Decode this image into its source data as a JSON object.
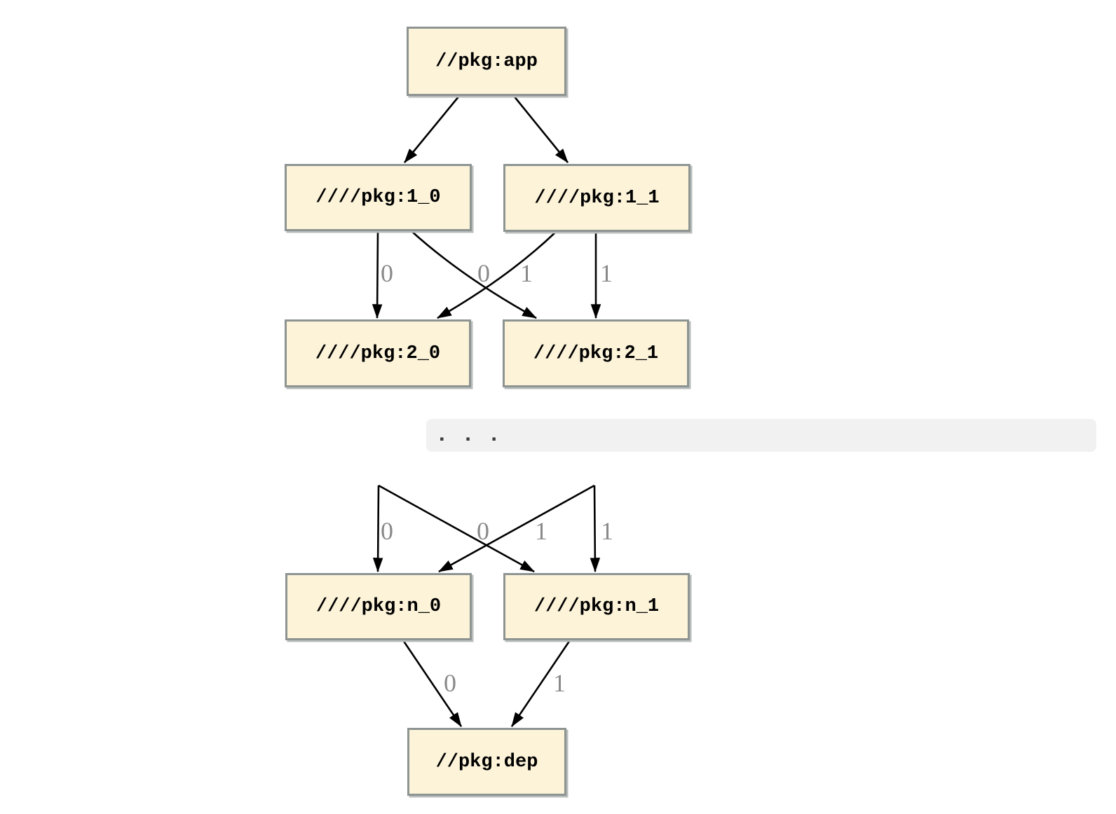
{
  "diagram": {
    "type": "dependency-graph",
    "nodes": {
      "app": {
        "label": "//pkg:app"
      },
      "l1_0": {
        "label": "////pkg:1_0"
      },
      "l1_1": {
        "label": "////pkg:1_1"
      },
      "l2_0": {
        "label": "////pkg:2_0"
      },
      "l2_1": {
        "label": "////pkg:2_1"
      },
      "n_0": {
        "label": "////pkg:n_0"
      },
      "n_1": {
        "label": "////pkg:n_1"
      },
      "dep": {
        "label": "//pkg:dep"
      }
    },
    "ellipsis": ". . .",
    "edge_labels": {
      "row1": [
        "0",
        "0",
        "1",
        "1"
      ],
      "row2": [
        "0",
        "0",
        "1",
        "1"
      ],
      "row3": [
        "0",
        "1"
      ]
    },
    "colors": {
      "node_fill": "#FCF3D9",
      "node_border": "#8D9492",
      "node_text": "#000000",
      "edge_stroke": "#000000",
      "edge_label_text": "#8A8A8A",
      "ellipsis_band_bg": "#F1F1F1",
      "ellipsis_text": "#3B3B3B",
      "page_bg": "#FFFFFF"
    }
  }
}
